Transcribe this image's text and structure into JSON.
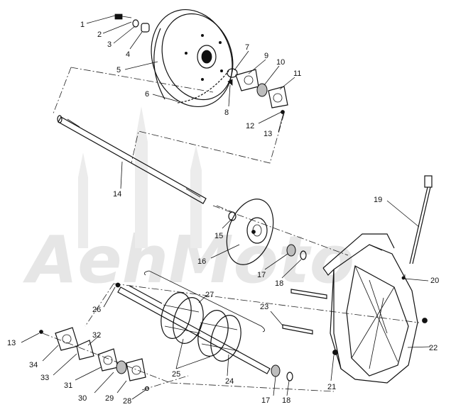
{
  "watermark": "AehMoto",
  "callouts": [
    {
      "id": "c1",
      "text": "1"
    },
    {
      "id": "c2",
      "text": "2"
    },
    {
      "id": "c3",
      "text": "3"
    },
    {
      "id": "c4",
      "text": "4"
    },
    {
      "id": "c5",
      "text": "5"
    },
    {
      "id": "c6",
      "text": "6"
    },
    {
      "id": "c7",
      "text": "7"
    },
    {
      "id": "c8",
      "text": "8"
    },
    {
      "id": "c9",
      "text": "9"
    },
    {
      "id": "c10",
      "text": "10"
    },
    {
      "id": "c11",
      "text": "11"
    },
    {
      "id": "c12",
      "text": "12"
    },
    {
      "id": "c13a",
      "text": "13"
    },
    {
      "id": "c14",
      "text": "14"
    },
    {
      "id": "c15",
      "text": "15"
    },
    {
      "id": "c16",
      "text": "16"
    },
    {
      "id": "c17a",
      "text": "17"
    },
    {
      "id": "c18a",
      "text": "18"
    },
    {
      "id": "c19",
      "text": "19"
    },
    {
      "id": "c20",
      "text": "20"
    },
    {
      "id": "c21",
      "text": "21"
    },
    {
      "id": "c22",
      "text": "22"
    },
    {
      "id": "c23",
      "text": "23"
    },
    {
      "id": "c24",
      "text": "24"
    },
    {
      "id": "c25",
      "text": "25"
    },
    {
      "id": "c26",
      "text": "26"
    },
    {
      "id": "c27",
      "text": "27"
    },
    {
      "id": "c28",
      "text": "28"
    },
    {
      "id": "c29",
      "text": "29"
    },
    {
      "id": "c30",
      "text": "30"
    },
    {
      "id": "c31",
      "text": "31"
    },
    {
      "id": "c32",
      "text": "32"
    },
    {
      "id": "c33",
      "text": "33"
    },
    {
      "id": "c34",
      "text": "34"
    },
    {
      "id": "c13b",
      "text": "13"
    },
    {
      "id": "c17b",
      "text": "17"
    },
    {
      "id": "c18b",
      "text": "18"
    }
  ]
}
